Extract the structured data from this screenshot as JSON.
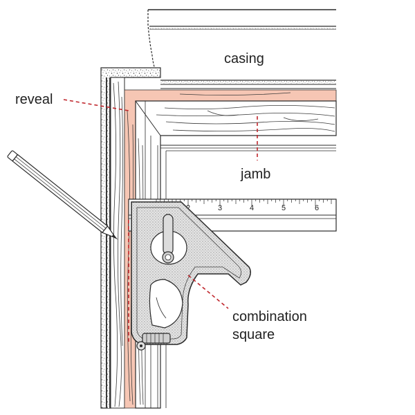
{
  "labels": {
    "casing": "casing",
    "reveal": "reveal",
    "jamb": "jamb",
    "combination_line1": "combination",
    "combination_line2": "square"
  },
  "ruler_ticks": [
    "2",
    "3",
    "4",
    "5",
    "6"
  ],
  "colors": {
    "leader": "#c0262c",
    "reveal_fill": "#f6c6b4",
    "ink": "#2a2a2a",
    "square_body": "#e4e4e4"
  },
  "icons": {
    "pencil": "pencil-icon",
    "square": "combination-square-icon"
  }
}
